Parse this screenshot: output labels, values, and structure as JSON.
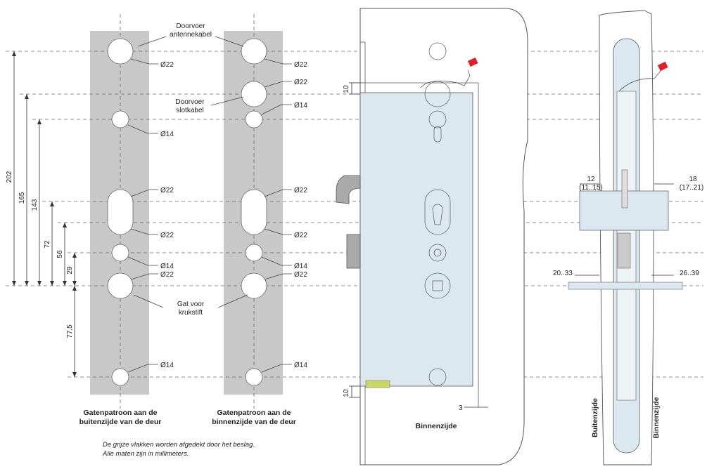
{
  "labels": {
    "doorvoer_antenne": [
      "Doorvoer",
      "antennekabel"
    ],
    "doorvoer_slot": [
      "Doorvoer",
      "slotkabel"
    ],
    "gat_kruk": [
      "Gat voor",
      "krukstift"
    ]
  },
  "hole_diameters": {
    "d22": "Ø22",
    "d14": "Ø14"
  },
  "dimensions_vertical": {
    "v202": "202",
    "v165": "165",
    "v143": "143",
    "v72": "72",
    "v56": "56",
    "v29": "29",
    "v775": "77,5",
    "v10a": "10",
    "v10b": "10"
  },
  "dimensions_horizontal": {
    "h3": "3",
    "h12": "12",
    "h12r": "(11..15)",
    "h18": "18",
    "h18r": "(17..21)",
    "h2033": "20..33",
    "h2639": "26..39"
  },
  "captions": {
    "outer": [
      "Gatenpatroon aan de",
      "buitenzijde van de deur"
    ],
    "inner": [
      "Gatenpatroon aan de",
      "binnenzijde van de deur"
    ],
    "binnenzijde": "Binnenzijde",
    "side_outer": "Buitenzijde",
    "side_inner": "Binnenzijde"
  },
  "notes": [
    "De grijze vlakken worden afgedekt door het beslag.",
    "Alle maten zijn in millimeters."
  ],
  "colors": {
    "plate_gray": "#c8c8c8",
    "lock_blue": "#dbe8f0",
    "cable_red": "#e0202a",
    "battery_green": "#c8d860"
  }
}
